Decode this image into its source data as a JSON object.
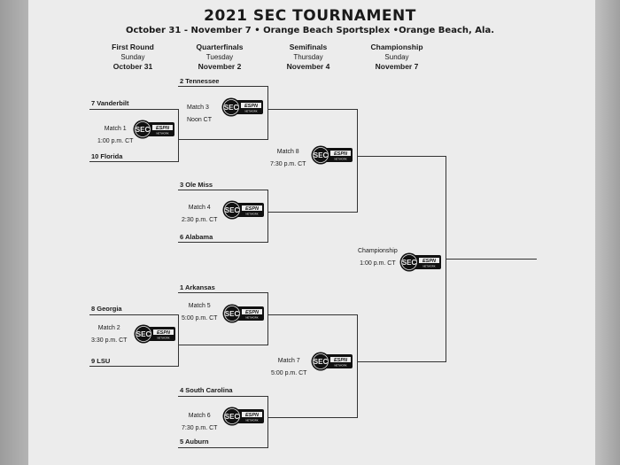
{
  "header": {
    "title": "2021 SEC TOURNAMENT",
    "subtitle": "October 31 - November 7 • Orange Beach Sportsplex •Orange Beach, Ala."
  },
  "rounds": [
    {
      "name": "First Round",
      "day": "Sunday",
      "date": "October 31"
    },
    {
      "name": "Quarterfinals",
      "day": "Tuesday",
      "date": "November 2"
    },
    {
      "name": "Semifinals",
      "day": "Thursday",
      "date": "November 4"
    },
    {
      "name": "Championship",
      "day": "Sunday",
      "date": "November 7"
    }
  ],
  "teams": {
    "tennessee": "2 Tennessee",
    "vanderbilt": "7 Vanderbilt",
    "florida": "10 Florida",
    "olemiss": "3 Ole Miss",
    "alabama": "6 Alabama",
    "arkansas": "1 Arkansas",
    "georgia": "8 Georgia",
    "lsu": "9 LSU",
    "southcarolina": "4 South Carolina",
    "auburn": "5 Auburn"
  },
  "matches": {
    "m1": {
      "label": "Match 1",
      "time": "1:00 p.m. CT"
    },
    "m2": {
      "label": "Match 2",
      "time": "3:30 p.m. CT"
    },
    "m3": {
      "label": "Match 3",
      "time": "Noon CT"
    },
    "m4": {
      "label": "Match 4",
      "time": "2:30 p.m. CT"
    },
    "m5": {
      "label": "Match 5",
      "time": "5:00 p.m. CT"
    },
    "m6": {
      "label": "Match 6",
      "time": "7:30 p.m. CT"
    },
    "m7": {
      "label": "Match 7",
      "time": "5:00 p.m. CT"
    },
    "m8": {
      "label": "Match 8",
      "time": "7:30 p.m. CT"
    },
    "champ": {
      "label": "Championship",
      "time": "1:00 p.m. CT"
    }
  },
  "logo": {
    "sec": "SEC",
    "espn": "ESPN",
    "network": "NETWORK"
  }
}
